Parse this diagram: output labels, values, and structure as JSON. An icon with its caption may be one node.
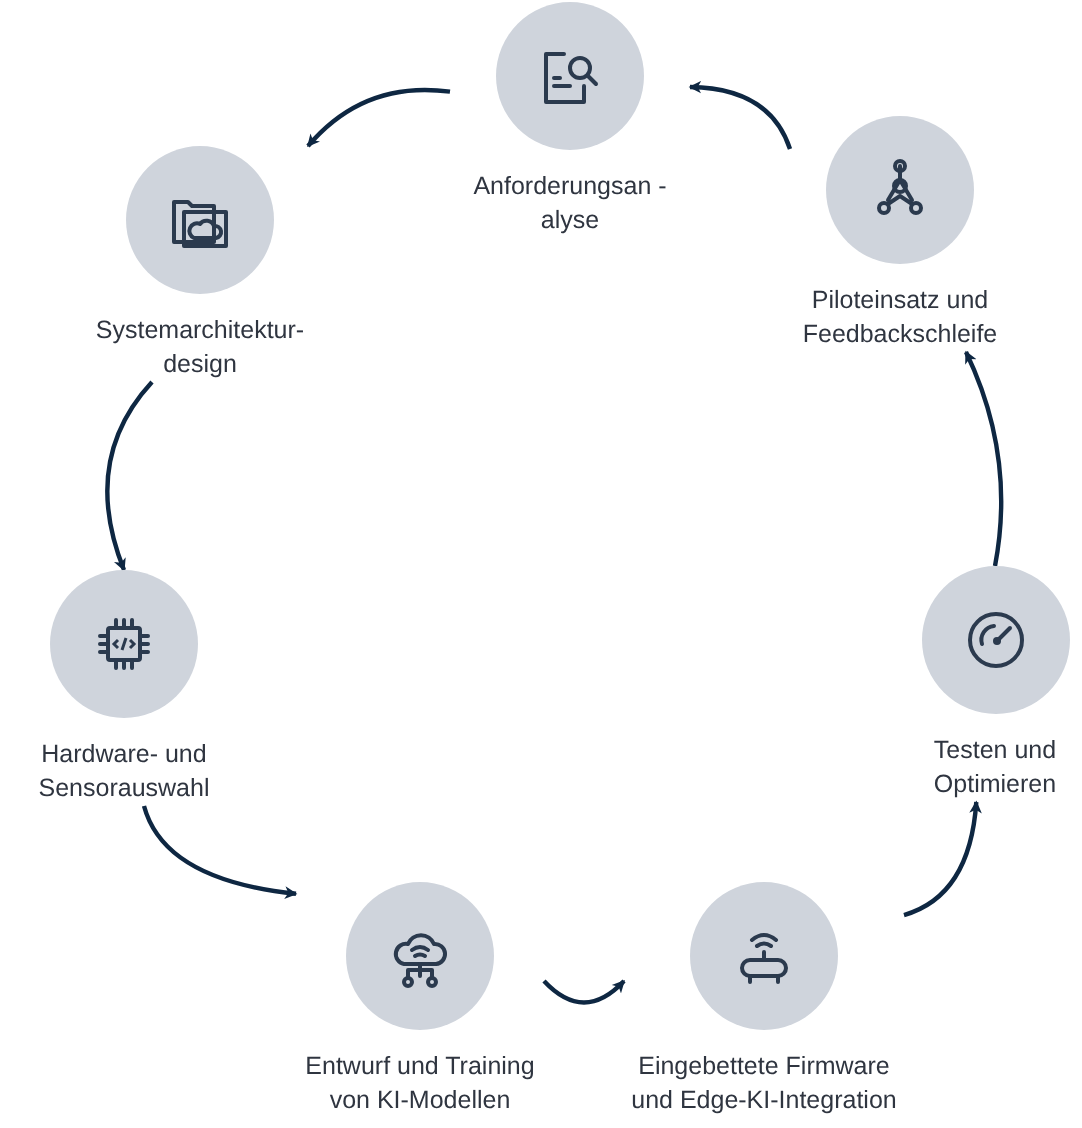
{
  "diagram": {
    "nodes": [
      {
        "text": [
          "Anforderungsan -alyse"
        ]
      },
      {
        "text": [
          "Systemarchitektur- design"
        ]
      },
      {
        "text": [
          "Hardware- und Sensorauswahl"
        ]
      },
      {
        "text": [
          "Entwurf und Training von KI-Modellen"
        ]
      },
      {
        "text": [
          "Eingebettete Firmware und Edge-KI-Integration"
        ]
      },
      {
        "text": [
          "Testen und Optimieren"
        ]
      },
      {
        "text": [
          "Piloteinsatz und Feedbackschleife"
        ]
      }
    ],
    "edges": [
      {
        "from": 0,
        "to": 1,
        "arrow": "to"
      },
      {
        "from": 1,
        "to": 2,
        "arrow": "to"
      },
      {
        "from": 2,
        "to": 3,
        "arrow": "to"
      },
      {
        "from": 3,
        "to": 4,
        "arrow": "to"
      },
      {
        "from": 4,
        "to": 5,
        "arrow": "to"
      },
      {
        "from": 5,
        "to": 6,
        "arrow": "to"
      },
      {
        "from": 6,
        "to": 0,
        "arrow": "to"
      }
    ]
  }
}
